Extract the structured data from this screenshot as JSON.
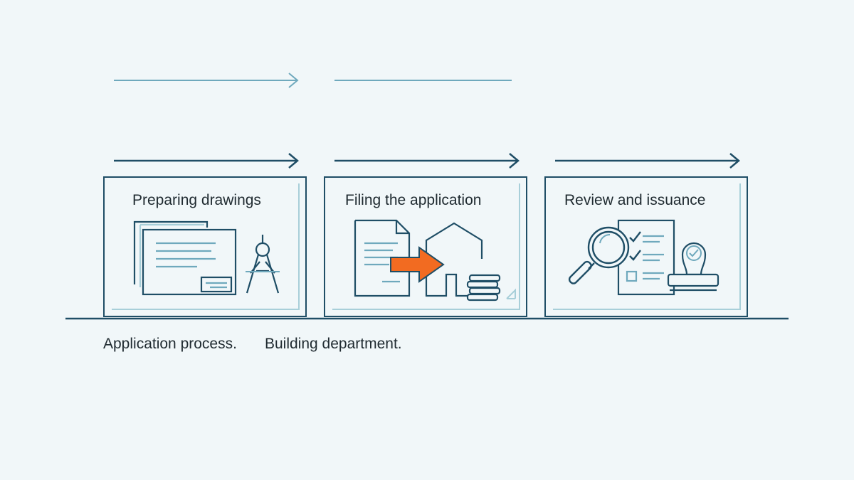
{
  "colors": {
    "background": "#f1f7f9",
    "line_dark": "#1f4e66",
    "line_light": "#6fa9bd",
    "line_pale": "#a8cfd9",
    "accent": "#f26b21",
    "text": "#1f2a30"
  },
  "panels": [
    {
      "title": "Preparing drawings",
      "icon": "drawings-compass-icon"
    },
    {
      "title": "Filing the application",
      "icon": "document-house-coins-icon"
    },
    {
      "title": "Review and issuance",
      "icon": "magnifier-checklist-stamp-icon"
    }
  ],
  "captions": [
    "Application process.",
    "Building department."
  ]
}
